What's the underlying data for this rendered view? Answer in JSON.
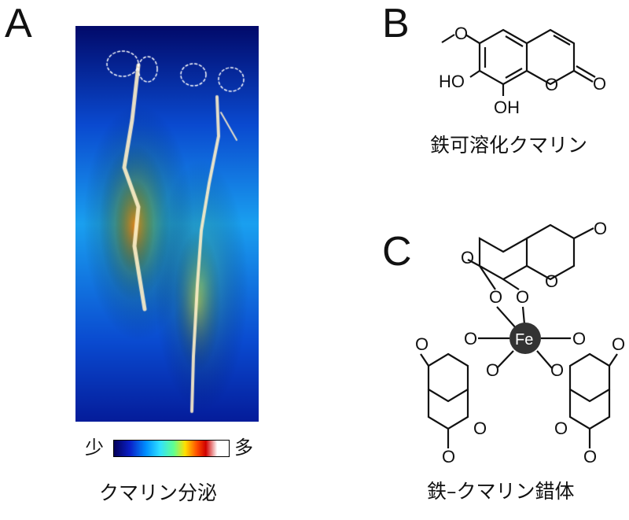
{
  "panels": {
    "a": {
      "letter": "A",
      "scale_min": "少",
      "scale_max": "多",
      "caption": "クマリン分泌"
    },
    "b": {
      "letter": "B",
      "caption": "鉄可溶化クマリン",
      "atoms": {
        "methoxy": "O",
        "hydroxy1": "HO",
        "hydroxy2": "OH",
        "ring_o": "O",
        "carbonyl_o": "O"
      }
    },
    "c": {
      "letter": "C",
      "caption": "鉄–クマリン錯体",
      "metal": "Fe",
      "oxygen": "O"
    }
  },
  "colors": {
    "background": "#ffffff",
    "metal_fill": "#333333",
    "outline_dashed": "#ffffff"
  }
}
